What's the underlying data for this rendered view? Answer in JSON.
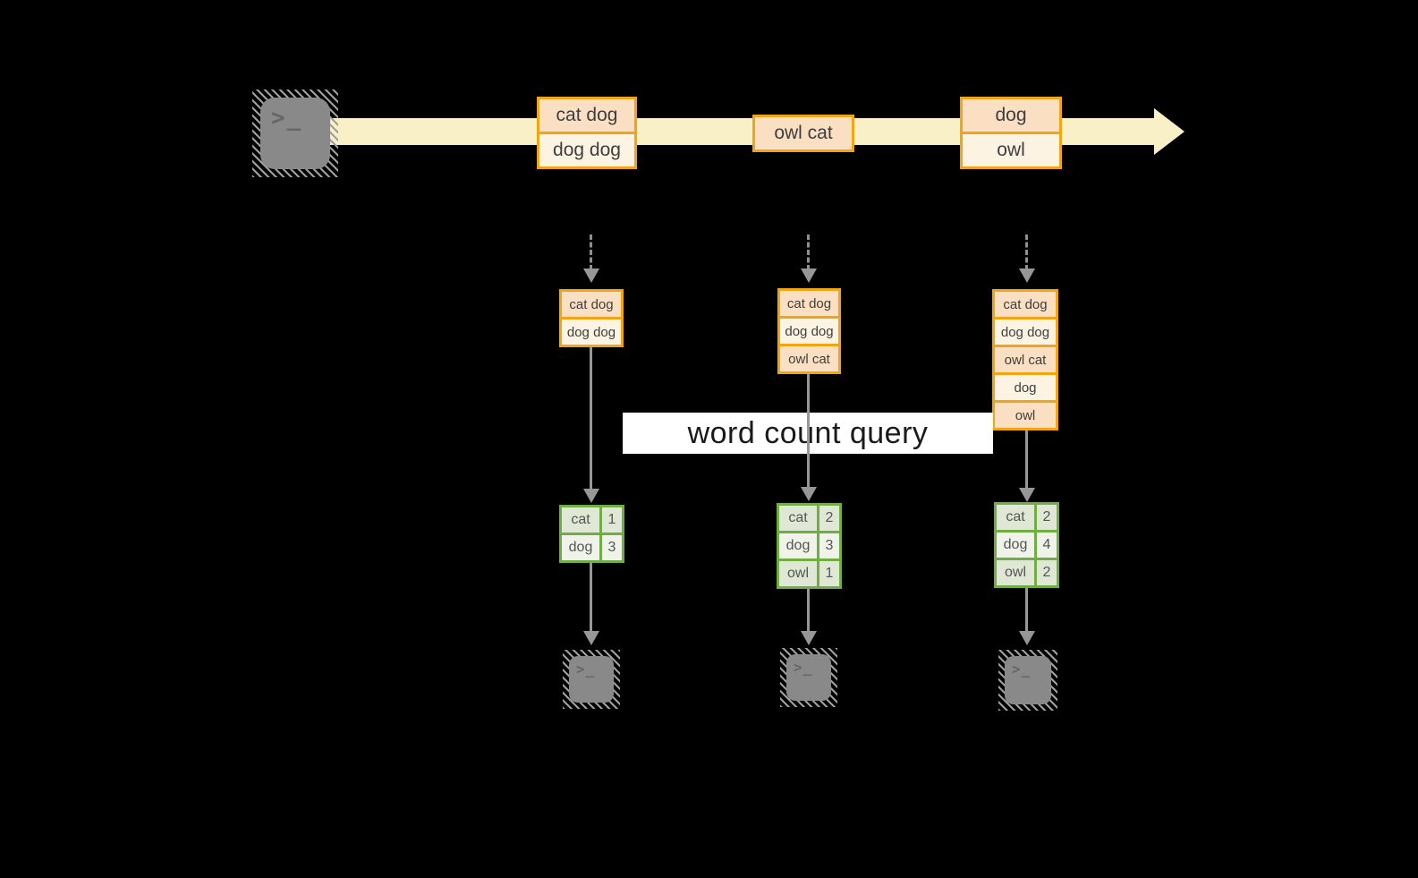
{
  "diagram": {
    "title_label": "word count query",
    "terminal_prompt": ">_",
    "stream": {
      "boxes": [
        {
          "cells": [
            "cat dog",
            "dog dog"
          ]
        },
        {
          "cells": [
            "owl cat"
          ]
        },
        {
          "cells": [
            "dog",
            "owl"
          ]
        }
      ]
    },
    "columns": [
      {
        "stack": [
          "cat dog",
          "dog dog"
        ],
        "table": [
          [
            "cat",
            "1"
          ],
          [
            "dog",
            "3"
          ]
        ]
      },
      {
        "stack": [
          "cat dog",
          "dog dog",
          "owl cat"
        ],
        "table": [
          [
            "cat",
            "2"
          ],
          [
            "dog",
            "3"
          ],
          [
            "owl",
            "1"
          ]
        ]
      },
      {
        "stack": [
          "cat dog",
          "dog dog",
          "owl cat",
          "dog",
          "owl"
        ],
        "table": [
          [
            "cat",
            "2"
          ],
          [
            "dog",
            "4"
          ],
          [
            "owl",
            "2"
          ]
        ]
      }
    ],
    "colors": {
      "background": "#000000",
      "stream_band": "#FAF0C8",
      "orange_border": "#F0A511",
      "peach_fill": "#FADFC2",
      "cream_fill": "#FCF3E3",
      "green_border": "#70AD42",
      "green_cell_dark": "#DEE8D4",
      "green_cell_light": "#EFF3EA",
      "arrow_gray": "#979797",
      "terminal_gray": "#898989",
      "label_background": "#FFFFFF"
    }
  }
}
